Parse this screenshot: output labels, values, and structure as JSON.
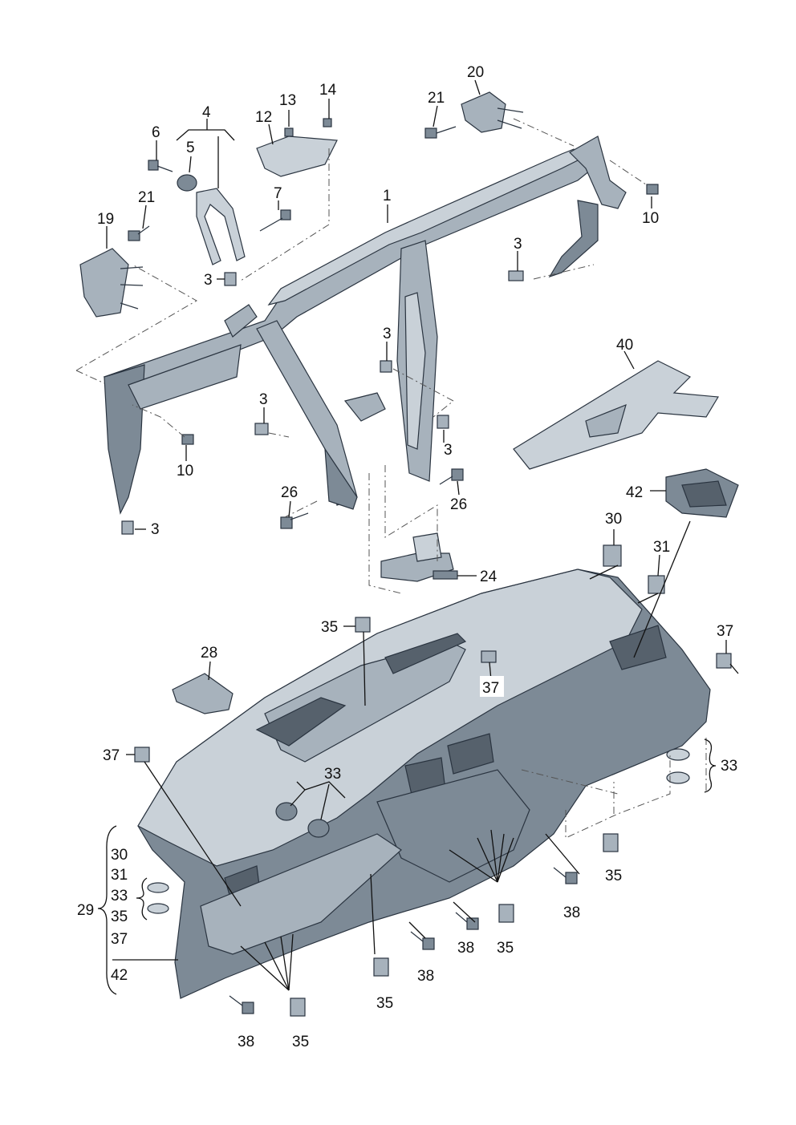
{
  "diagram": {
    "labels": [
      {
        "id": "l1",
        "text": "1"
      },
      {
        "id": "l3a",
        "text": "3"
      },
      {
        "id": "l3b",
        "text": "3"
      },
      {
        "id": "l3c",
        "text": "3"
      },
      {
        "id": "l3d",
        "text": "3"
      },
      {
        "id": "l3e",
        "text": "3"
      },
      {
        "id": "l3f",
        "text": "3"
      },
      {
        "id": "l4",
        "text": "4"
      },
      {
        "id": "l5",
        "text": "5"
      },
      {
        "id": "l6",
        "text": "6"
      },
      {
        "id": "l7",
        "text": "7"
      },
      {
        "id": "l10a",
        "text": "10"
      },
      {
        "id": "l10b",
        "text": "10"
      },
      {
        "id": "l12",
        "text": "12"
      },
      {
        "id": "l13",
        "text": "13"
      },
      {
        "id": "l14",
        "text": "14"
      },
      {
        "id": "l19",
        "text": "19"
      },
      {
        "id": "l20",
        "text": "20"
      },
      {
        "id": "l21a",
        "text": "21"
      },
      {
        "id": "l21b",
        "text": "21"
      },
      {
        "id": "l24",
        "text": "24"
      },
      {
        "id": "l26a",
        "text": "26"
      },
      {
        "id": "l26b",
        "text": "26"
      },
      {
        "id": "l28",
        "text": "28"
      },
      {
        "id": "l29",
        "text": "29"
      },
      {
        "id": "l30a",
        "text": "30"
      },
      {
        "id": "l30b",
        "text": "30"
      },
      {
        "id": "l31a",
        "text": "31"
      },
      {
        "id": "l31b",
        "text": "31"
      },
      {
        "id": "l33a",
        "text": "33"
      },
      {
        "id": "l33b",
        "text": "33"
      },
      {
        "id": "l33c",
        "text": "33"
      },
      {
        "id": "l35a",
        "text": "35"
      },
      {
        "id": "l35b",
        "text": "35"
      },
      {
        "id": "l35c",
        "text": "35"
      },
      {
        "id": "l35d",
        "text": "35"
      },
      {
        "id": "l35e",
        "text": "35"
      },
      {
        "id": "l35f",
        "text": "35"
      },
      {
        "id": "l37a",
        "text": "37"
      },
      {
        "id": "l37b",
        "text": "37"
      },
      {
        "id": "l37c",
        "text": "37"
      },
      {
        "id": "l37d",
        "text": "37"
      },
      {
        "id": "l38a",
        "text": "38"
      },
      {
        "id": "l38b",
        "text": "38"
      },
      {
        "id": "l38c",
        "text": "38"
      },
      {
        "id": "l38d",
        "text": "38"
      },
      {
        "id": "l40",
        "text": "40"
      },
      {
        "id": "l42a",
        "text": "42"
      },
      {
        "id": "l42b",
        "text": "42"
      }
    ]
  }
}
